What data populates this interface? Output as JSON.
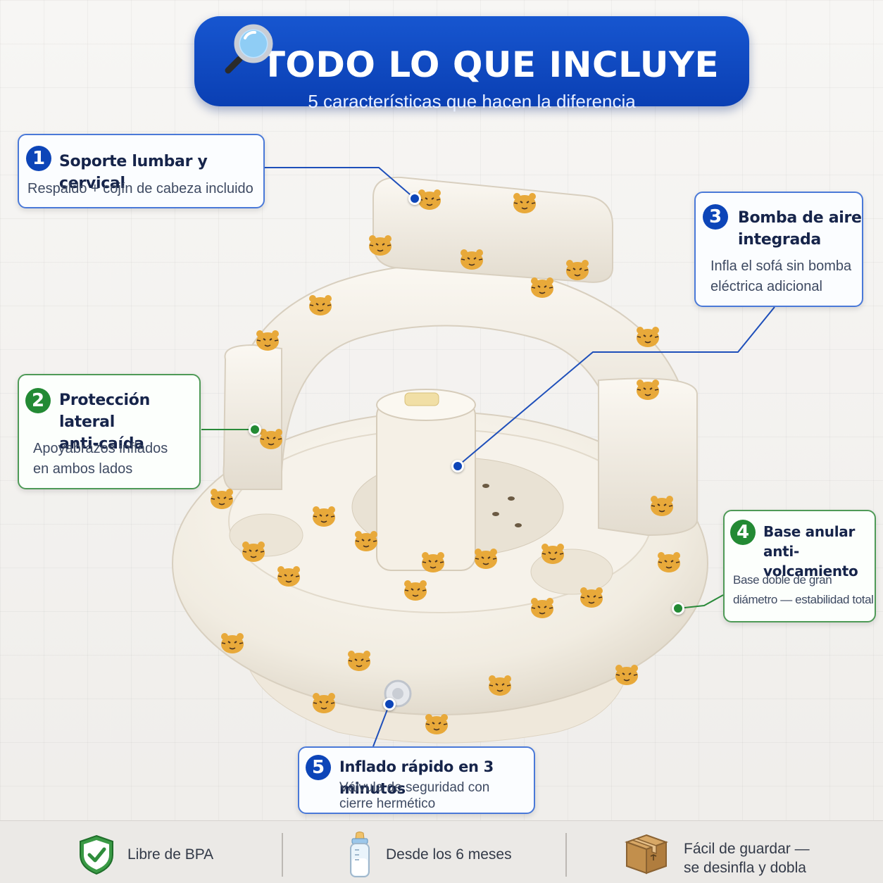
{
  "header": {
    "title": "TODO LO QUE INCLUYE",
    "subtitle": "5 características que hacen la diferencia",
    "icon": "magnifier-icon"
  },
  "features": [
    {
      "number": "1",
      "title": "Soporte lumbar y cervical",
      "description": "Respaldo + cojín de cabeza incluido",
      "accent": "#0d45b8"
    },
    {
      "number": "2",
      "title_line1": "Protección lateral",
      "title_line2": "anti-caída",
      "description_line1": "Apoyabrazos inflados",
      "description_line2": "en ambos lados",
      "accent": "#238a34"
    },
    {
      "number": "3",
      "title_line1": "Bomba de aire",
      "title_line2": "integrada",
      "description_line1": "Infla el sofá sin bomba",
      "description_line2": "eléctrica adicional",
      "accent": "#0d45b8"
    },
    {
      "number": "4",
      "title_line1": "Base anular",
      "title_line2": "anti-volcamiento",
      "description_line1": "Base doble de gran",
      "description_line2": "diámetro — estabilidad total",
      "accent": "#238a34"
    },
    {
      "number": "5",
      "title": "Inflado rápido en 3 minutos",
      "description_line1": "Válvula de seguridad con",
      "description_line2": "cierre hermético",
      "accent": "#0d45b8"
    }
  ],
  "footer": [
    {
      "icon": "shield-check-icon",
      "label": "Libre de BPA"
    },
    {
      "icon": "baby-bottle-icon",
      "label": "Desde los 6 meses"
    },
    {
      "icon": "box-icon",
      "label_line1": "Fácil de guardar —",
      "label_line2": "se desinfla y dobla"
    }
  ],
  "colors": {
    "brand_blue": "#0d45b8",
    "accent_green": "#238a34",
    "tiger_orange": "#e8a93a"
  }
}
